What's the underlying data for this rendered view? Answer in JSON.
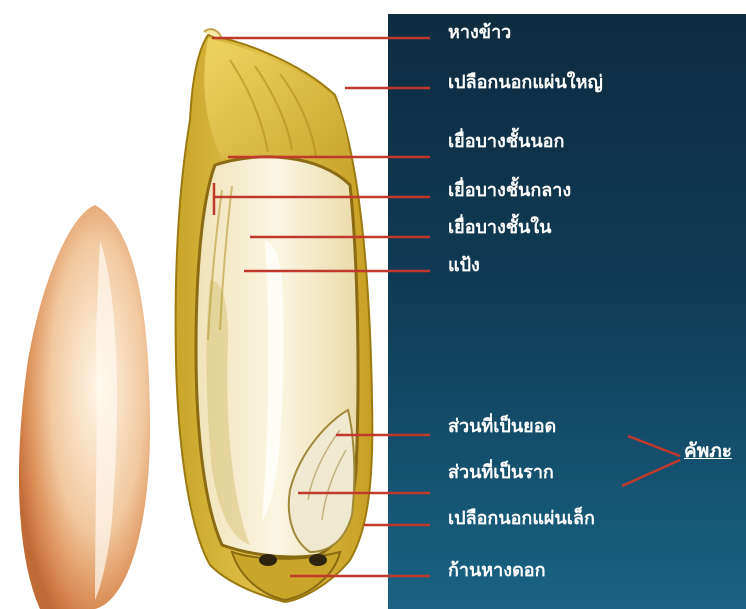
{
  "labels": [
    "หางข้าว",
    "เปลือกนอกแผ่นใหญ่",
    "เยื่อบางชั้นนอก",
    "เยื่อบางชั้นกลาง",
    "เยื่อบางชั้นใน",
    "แป้ง",
    "ส่วนที่เป็นยอด",
    "ส่วนที่เป็นราก",
    "เปลือกนอกแผ่นเล็ก",
    "ก้านหางดอก"
  ],
  "embryo_label": "คัพภะ",
  "colors": {
    "panel_dark": "#0d2c40",
    "panel_light": "#1a6384",
    "leader_line": "#c0392b",
    "husk": "#d9b93a",
    "label_text": "#ffffff"
  }
}
